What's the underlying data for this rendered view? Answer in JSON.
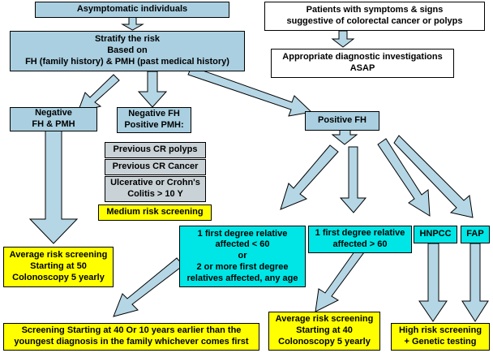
{
  "nodes": {
    "asymptomatic": "Asymptomatic individuals",
    "stratify": [
      "Stratify the risk",
      "Based on",
      "FH (family history) & PMH (past medical history)"
    ],
    "symptoms": [
      "Patients with symptoms & signs",
      "suggestive of colorectal cancer or polyps"
    ],
    "diagnostic": [
      "Appropriate diagnostic investigations",
      "ASAP"
    ],
    "negative": [
      "Negative",
      "FH & PMH"
    ],
    "neg_fh_pos_pmh": [
      "Negative FH",
      "Positive PMH:"
    ],
    "polyps": "Previous CR polyps",
    "cancer": "Previous CR Cancer",
    "colitis": [
      "Ulcerative or Crohn's",
      "Colitis > 10 Y"
    ],
    "medium": "Medium risk screening",
    "positive_fh": "Positive FH",
    "under60": [
      "1 first degree relative",
      "affected < 60",
      "or",
      "2 or more first degree",
      "relatives affected, any age"
    ],
    "over60": [
      "1 first degree relative",
      "affected > 60"
    ],
    "hnpcc": "HNPCC",
    "fap": "FAP",
    "average50": [
      "Average risk screening",
      "Starting at 50",
      "Colonoscopy 5 yearly"
    ],
    "screening40": [
      "Screening Starting at 40 Or 10 years earlier than the",
      "youngest diagnosis in the family whichever comes first"
    ],
    "average40": [
      "Average risk screening",
      "Starting at 40",
      "Colonoscopy 5 yearly"
    ],
    "highrisk": [
      "High risk screening",
      "+ Genetic testing"
    ]
  },
  "colors": {
    "node_blue": "#a9cfe0",
    "node_cyan": "#00e5e5",
    "node_yellow": "#ffff00",
    "node_gray": "#c9d2d6",
    "arrow_fill": "#b5d6e5"
  }
}
